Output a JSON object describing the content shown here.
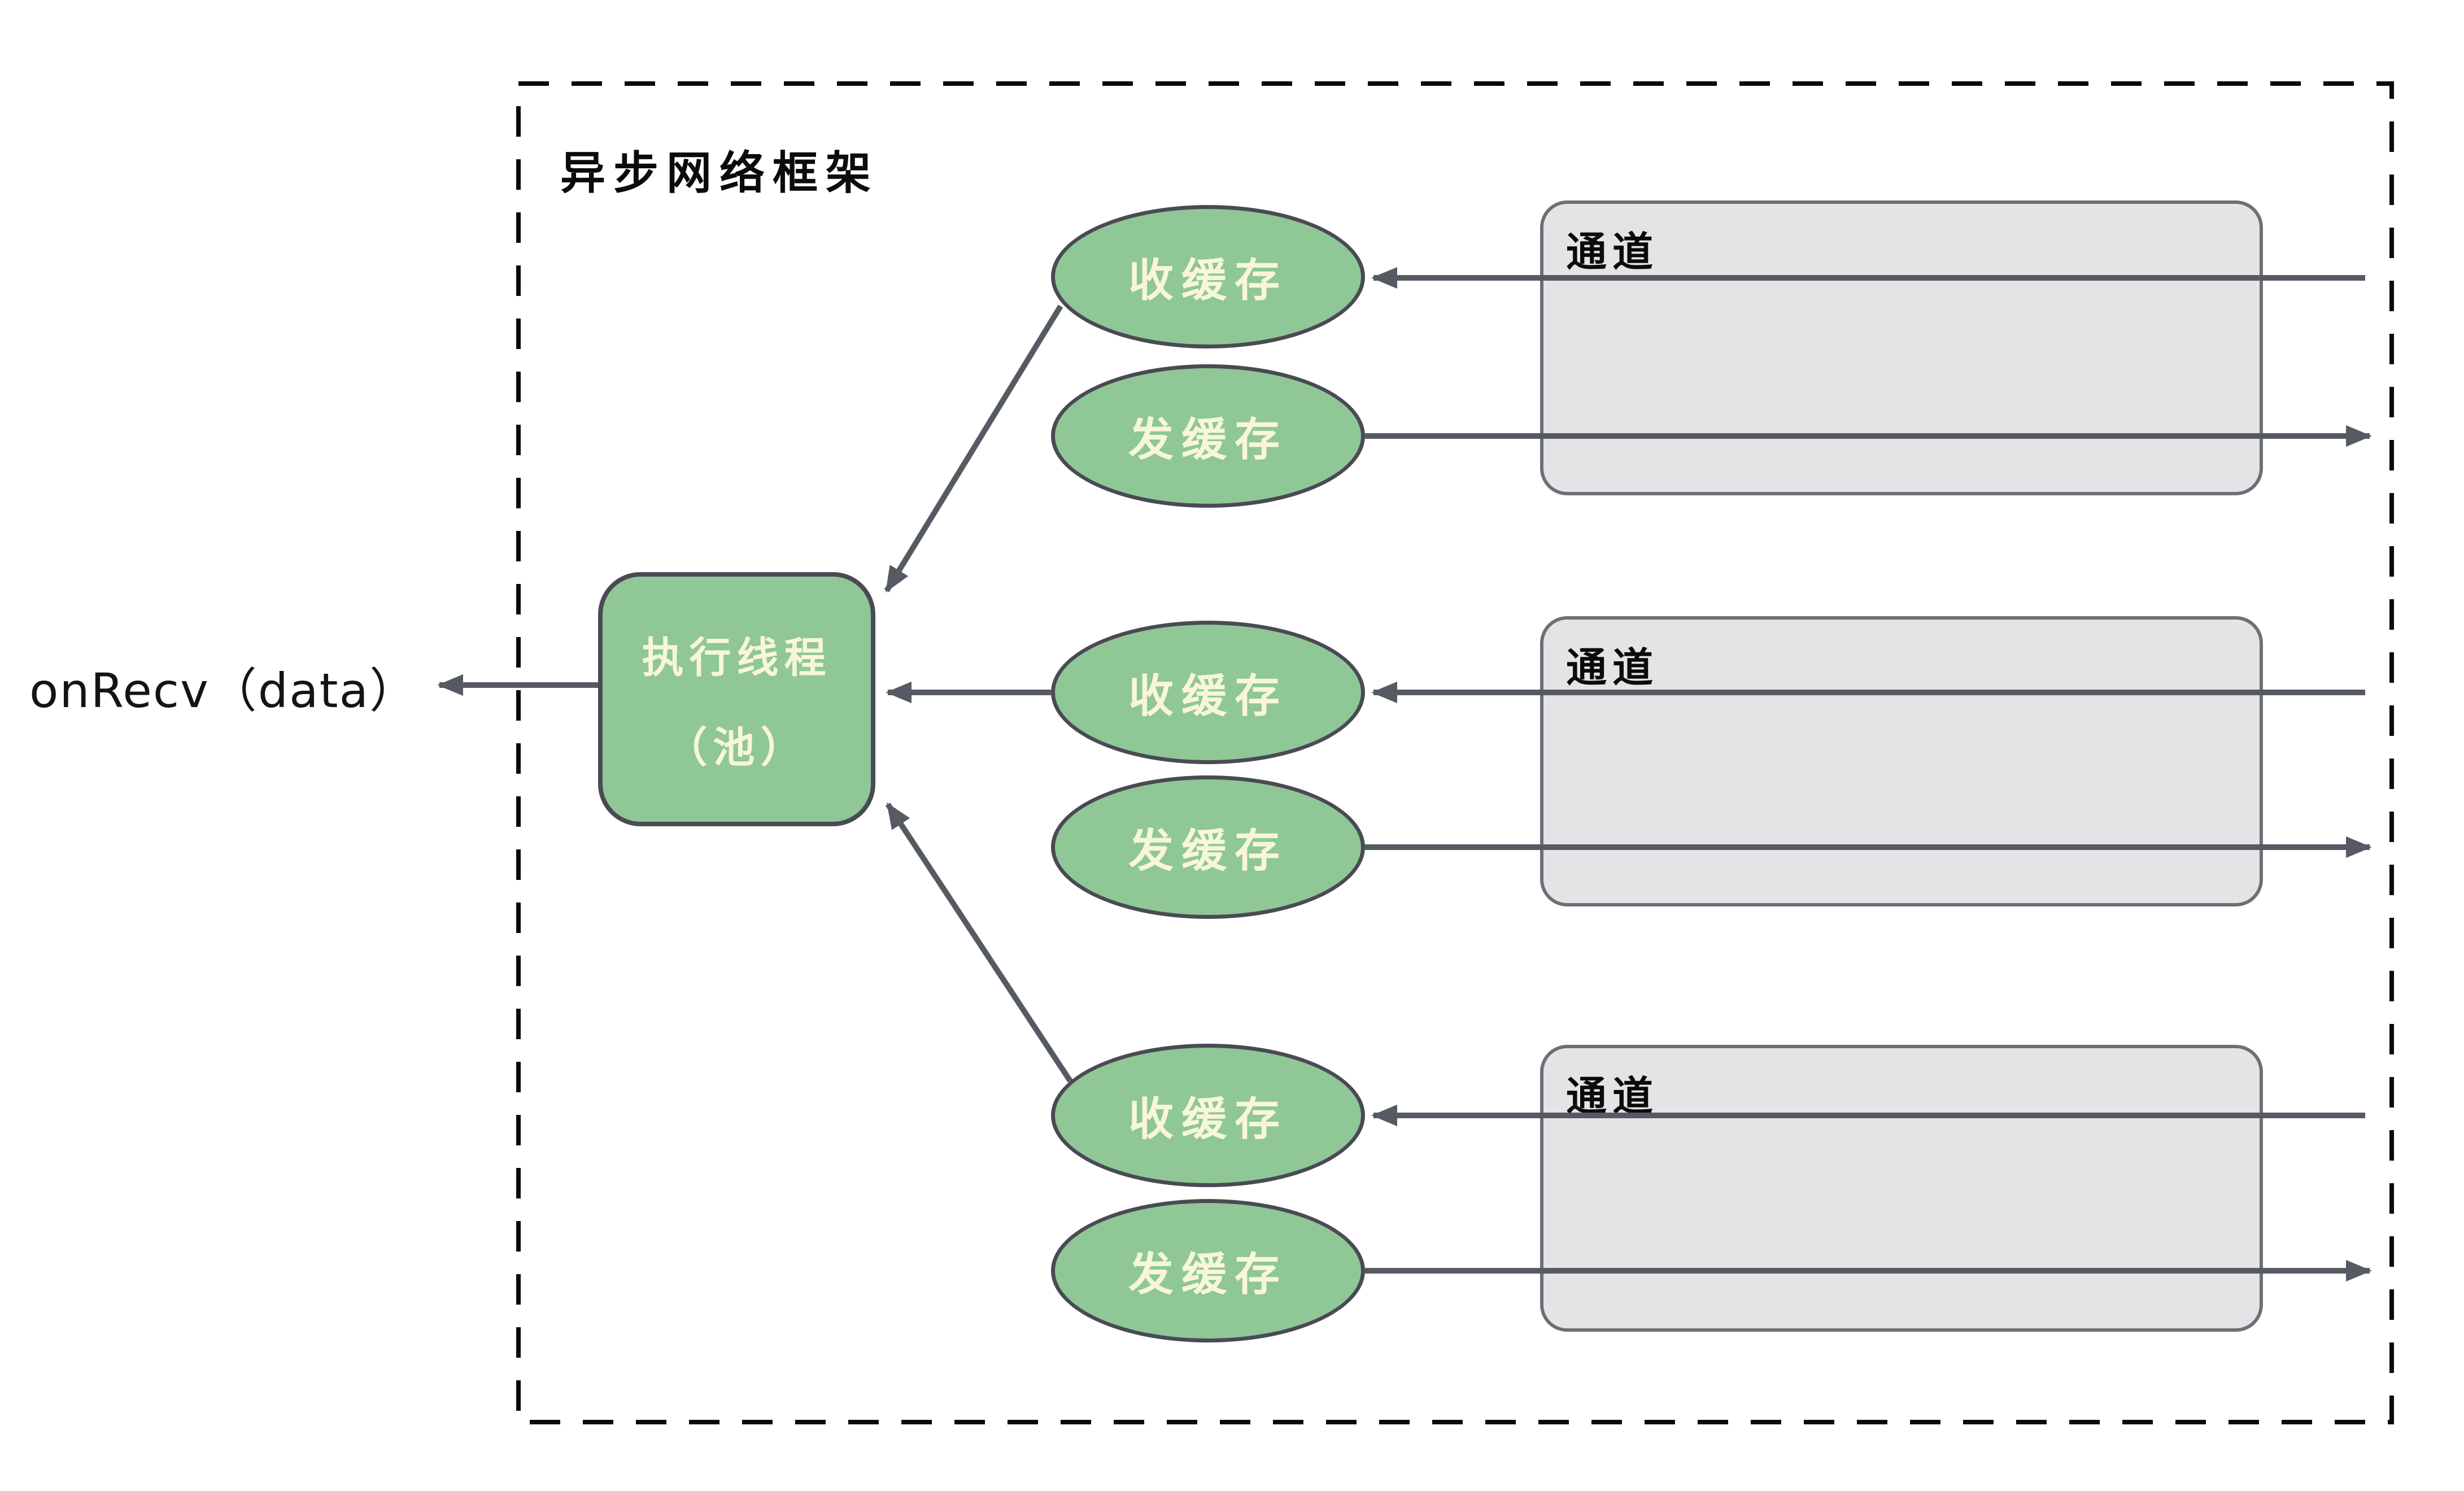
{
  "frame": {
    "title": "异步网络框架"
  },
  "callback": {
    "label": "onRecv（data）"
  },
  "executor": {
    "line1": "执行线程",
    "line2": "（池）"
  },
  "groups": [
    {
      "recv": "收缓存",
      "send": "发缓存",
      "channel": "通道"
    },
    {
      "recv": "收缓存",
      "send": "发缓存",
      "channel": "通道"
    },
    {
      "recv": "收缓存",
      "send": "发缓存",
      "channel": "通道"
    }
  ],
  "colors": {
    "node_fill": "#8FC797",
    "node_text": "#F7F6DB",
    "node_border": "#4A4A54",
    "channel_fill": "#E4E4E7",
    "channel_border": "#6E6E76",
    "arrow": "#565B63",
    "frame_border": "#0A0A0A",
    "background": "#FFFFFF"
  }
}
